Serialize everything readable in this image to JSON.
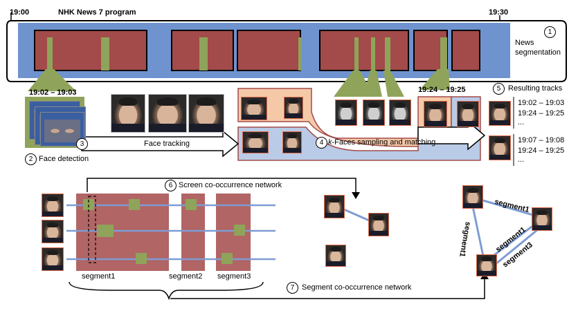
{
  "program": {
    "start_time": "19:00",
    "title": "NHK News 7 program",
    "end_time": "19:30"
  },
  "steps": {
    "s1": {
      "num": "1",
      "label_line1": "News",
      "label_line2": "segmentation"
    },
    "s2": {
      "num": "2",
      "label": "Face detection"
    },
    "s3": {
      "num": "3",
      "label": "Face tracking"
    },
    "s4": {
      "num": "4",
      "label_k": "k",
      "label_rest": "-Faces sampling and matching"
    },
    "s5": {
      "num": "5",
      "label": "Resulting tracks"
    },
    "s6": {
      "num": "6",
      "label": "Screen co-occurrence network"
    },
    "s7": {
      "num": "7",
      "label": "Segment co-occurrence network"
    }
  },
  "time_labels": {
    "detection": "19:02 – 19:03",
    "matching": "19:24 – 19:25"
  },
  "tracks": [
    {
      "lines": [
        "19:02 – 19:03",
        "19:24 – 19:25",
        "..."
      ]
    },
    {
      "lines": [
        "19:07 – 19:08",
        "19:24 – 19:25",
        "..."
      ]
    }
  ],
  "segment_labels": [
    "segment1",
    "segment2",
    "segment3"
  ],
  "network_edges": [
    "segment1",
    "segment1",
    "segment1",
    "segment3"
  ],
  "colors": {
    "segment_fill": "#a34a4a",
    "timeline_blue": "#6f93cf",
    "face_highlight": "#8fa45a",
    "track_bg": "#f5c9a8",
    "match_bg": "#b9cbe6",
    "edge_blue": "#7e9cd4"
  }
}
